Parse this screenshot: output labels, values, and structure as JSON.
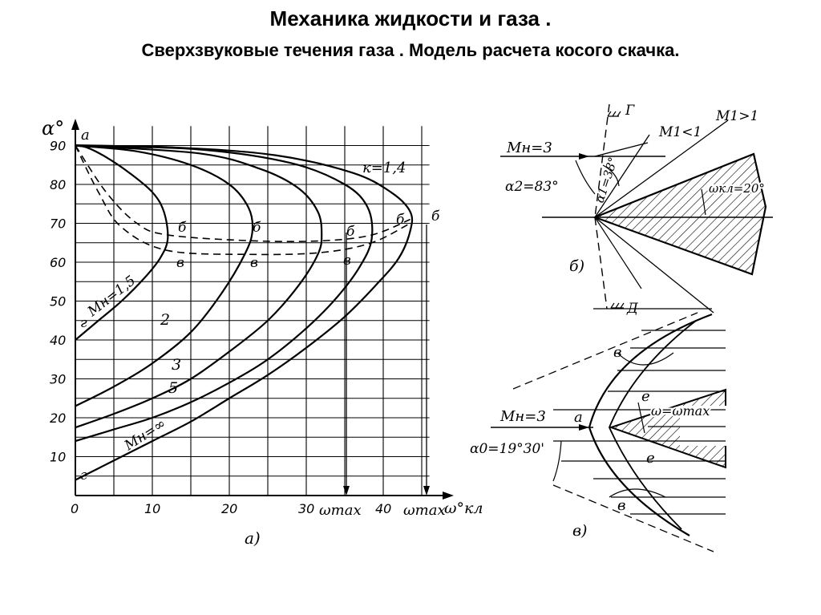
{
  "header": {
    "title": "Механика жидкости и газа .",
    "subtitle": "Сверхзвуковые течения газа . Модель расчета косого скачка."
  },
  "chart_data": {
    "type": "line",
    "ylabel": "α°",
    "xlabel": "ω°кл",
    "x_ticks": [
      "0",
      "10",
      "20",
      "30",
      "40"
    ],
    "y_ticks": [
      "10",
      "20",
      "30",
      "40",
      "50",
      "60",
      "70",
      "80",
      "90"
    ],
    "xlim": [
      0,
      46
    ],
    "ylim": [
      0,
      95
    ],
    "grid": true,
    "annotation_k": "к=1,4",
    "omega_max_label": "ωmax",
    "point_a": "а",
    "point_b": "б",
    "point_v": "в",
    "point_g": "г",
    "panel_label": "а)",
    "series": [
      {
        "name": "Мн=1,5",
        "values": [
          [
            0,
            40
          ],
          [
            3,
            45
          ],
          [
            6,
            50
          ],
          [
            9,
            56
          ],
          [
            11,
            61
          ],
          [
            12,
            66
          ],
          [
            11.5,
            73
          ],
          [
            10,
            78
          ],
          [
            7,
            83
          ],
          [
            4,
            87
          ],
          [
            1.5,
            89.5
          ],
          [
            0,
            90
          ]
        ]
      },
      {
        "name": "2",
        "values": [
          [
            0,
            23
          ],
          [
            5,
            28
          ],
          [
            10,
            34
          ],
          [
            15,
            42
          ],
          [
            19,
            52
          ],
          [
            22,
            62
          ],
          [
            23,
            68
          ],
          [
            22.5,
            74
          ],
          [
            20,
            80
          ],
          [
            15,
            85
          ],
          [
            8,
            88.5
          ],
          [
            0,
            90
          ]
        ]
      },
      {
        "name": "3",
        "values": [
          [
            0,
            17.5
          ],
          [
            5,
            21
          ],
          [
            10,
            25
          ],
          [
            15,
            30
          ],
          [
            20,
            37
          ],
          [
            25,
            45
          ],
          [
            29,
            54
          ],
          [
            31.5,
            62
          ],
          [
            32,
            67
          ],
          [
            31.5,
            73
          ],
          [
            29,
            79
          ],
          [
            24,
            84
          ],
          [
            16,
            88
          ],
          [
            0,
            90
          ]
        ]
      },
      {
        "name": "5",
        "values": [
          [
            0,
            14
          ],
          [
            5,
            17
          ],
          [
            10,
            20
          ],
          [
            15,
            24
          ],
          [
            20,
            29
          ],
          [
            25,
            35
          ],
          [
            30,
            43
          ],
          [
            34,
            51
          ],
          [
            37,
            59
          ],
          [
            38.5,
            66
          ],
          [
            38,
            74
          ],
          [
            35,
            80
          ],
          [
            28,
            85.5
          ],
          [
            16,
            89
          ],
          [
            0,
            90
          ]
        ]
      },
      {
        "name": "Мн=∞",
        "values": [
          [
            0,
            4
          ],
          [
            5,
            9
          ],
          [
            10,
            14
          ],
          [
            15,
            19
          ],
          [
            20,
            25
          ],
          [
            25,
            31
          ],
          [
            30,
            38
          ],
          [
            35,
            46
          ],
          [
            39,
            54
          ],
          [
            42,
            61
          ],
          [
            43.5,
            68
          ],
          [
            43.5,
            73
          ],
          [
            41,
            78
          ],
          [
            36,
            83
          ],
          [
            26,
            87.5
          ],
          [
            13,
            89.5
          ],
          [
            0,
            90
          ]
        ]
      }
    ],
    "locus_b": [
      [
        0,
        90
      ],
      [
        4,
        78
      ],
      [
        8,
        70
      ],
      [
        12,
        67
      ],
      [
        23,
        65.5
      ],
      [
        32,
        65.5
      ],
      [
        38.5,
        67
      ],
      [
        43.5,
        71
      ]
    ],
    "locus_v": [
      [
        0,
        90
      ],
      [
        3,
        78
      ],
      [
        6,
        69
      ],
      [
        12,
        63
      ],
      [
        23,
        62
      ],
      [
        32,
        62.5
      ],
      [
        38.5,
        65
      ],
      [
        43.5,
        70
      ]
    ]
  },
  "diagram_b": {
    "panel_label": "б)",
    "mach_label": "Мн=3",
    "m1_less": "М1<1",
    "m1_greater": "М1>1",
    "alpha2": "α2=83°",
    "alpha1": "α1=38°",
    "omega_kl": "ωкл=20°",
    "mark_g": "Г",
    "mark_d": "Д"
  },
  "diagram_v": {
    "panel_label": "в)",
    "mach_label": "Мн=3",
    "alpha0": "α0=19°30'",
    "omega_eq": "ω=ωmax",
    "point_a": "а",
    "point_v1": "в",
    "point_v2": "в",
    "point_e1": "е",
    "point_e2": "е"
  }
}
